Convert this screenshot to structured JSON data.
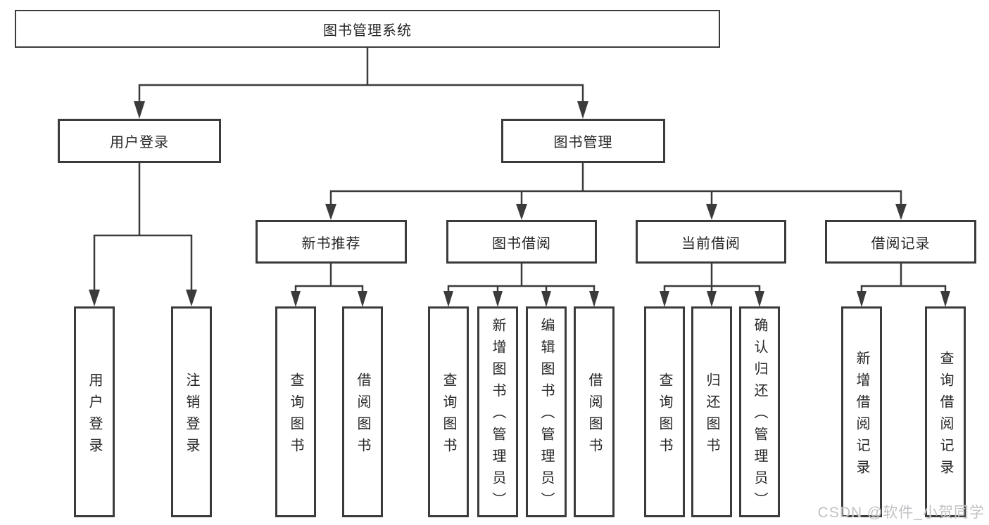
{
  "colors": {
    "line": "#3b3b3b",
    "box_border": "#3b3b3b",
    "text": "#262626",
    "watermark": "#c2c2c6",
    "background": "#ffffff"
  },
  "tree": {
    "root": "图书管理系统",
    "login_branch": {
      "label": "用户登录",
      "leaves": [
        "用户登录",
        "注销登录"
      ]
    },
    "mgmt_branch": {
      "label": "图书管理",
      "groups": [
        {
          "label": "新书推荐",
          "leaves": [
            "查询图书",
            "借阅图书"
          ]
        },
        {
          "label": "图书借阅",
          "leaves": [
            "查询图书",
            "新增图书（管理员）",
            "编辑图书（管理员）",
            "借阅图书"
          ]
        },
        {
          "label": "当前借阅",
          "leaves": [
            "查询图书",
            "归还图书",
            "确认归还（管理员）"
          ]
        },
        {
          "label": "借阅记录",
          "leaves": [
            "新增借阅记录",
            "查询借阅记录"
          ]
        }
      ]
    }
  },
  "watermark": "CSDN @软件_小贺同学"
}
